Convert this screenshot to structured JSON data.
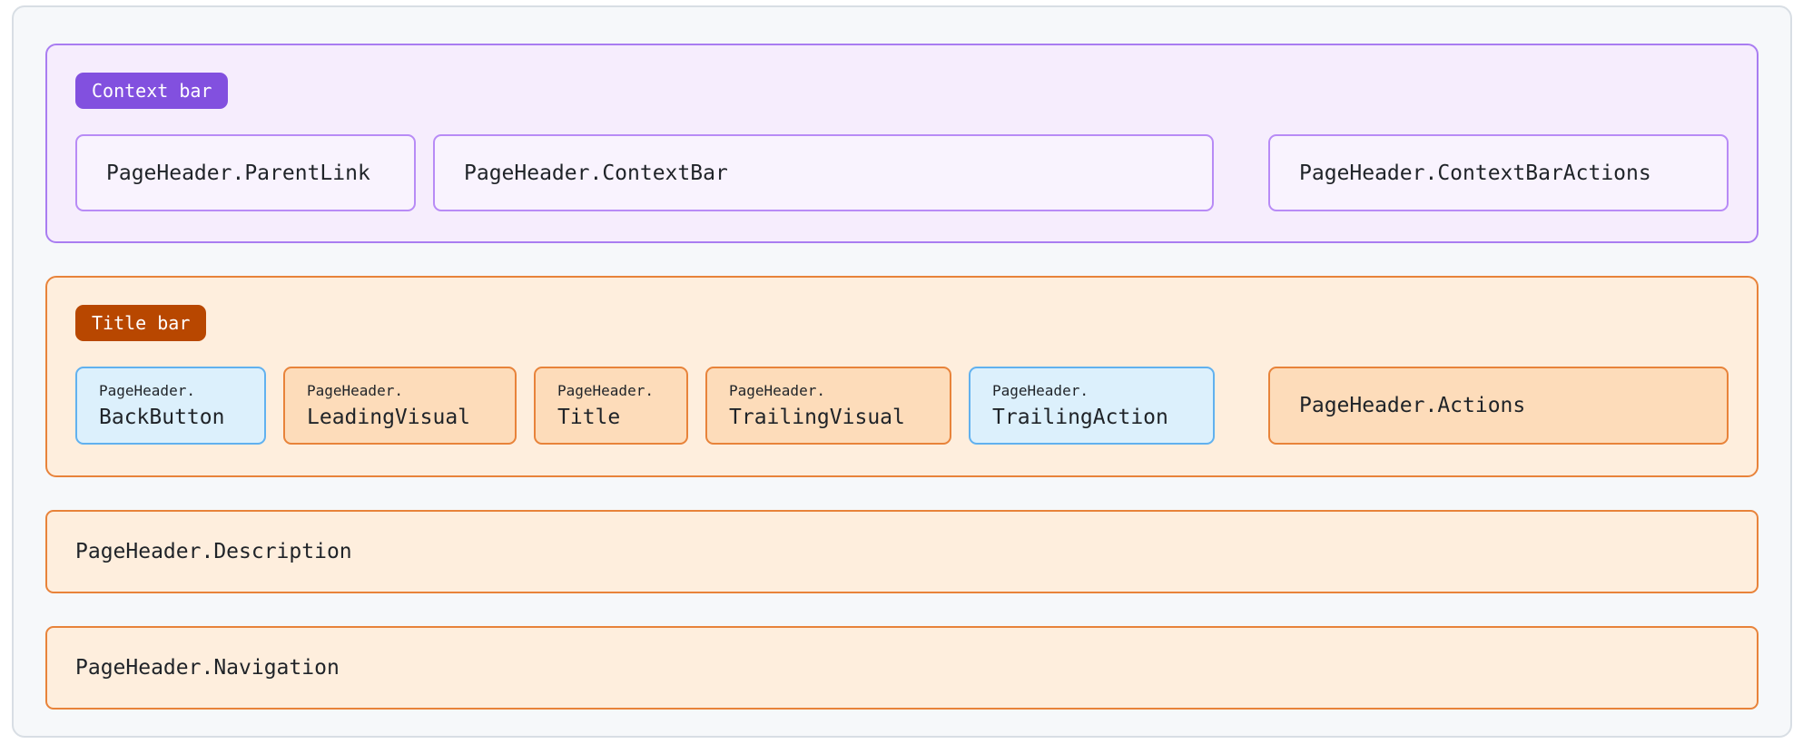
{
  "context_bar": {
    "badge": "Context bar",
    "items": [
      {
        "label": "PageHeader.ParentLink"
      },
      {
        "label": "PageHeader.ContextBar"
      },
      {
        "label": "PageHeader.ContextBarActions"
      }
    ]
  },
  "title_bar": {
    "badge": "Title bar",
    "items": [
      {
        "prefix": "PageHeader.",
        "name": "BackButton",
        "variant": "blue"
      },
      {
        "prefix": "PageHeader.",
        "name": "LeadingVisual",
        "variant": "orange"
      },
      {
        "prefix": "PageHeader.",
        "name": "Title",
        "variant": "orange"
      },
      {
        "prefix": "PageHeader.",
        "name": "TrailingVisual",
        "variant": "orange"
      },
      {
        "prefix": "PageHeader.",
        "name": "TrailingAction",
        "variant": "blue"
      }
    ],
    "actions_label": "PageHeader.Actions"
  },
  "description_label": "PageHeader.Description",
  "navigation_label": "PageHeader.Navigation",
  "colors": {
    "canvas_background": "#f6f8fa",
    "purple_badge": "#8250df",
    "purple_section_background": "#f6edfd",
    "purple_border": "#a97df1",
    "orange_badge": "#b84700",
    "orange_section_background": "#feeedd",
    "orange_box_background": "#fddcba",
    "orange_border": "#e8833a",
    "blue_box_background": "#dcf0fc",
    "blue_border": "#61b1ef"
  }
}
